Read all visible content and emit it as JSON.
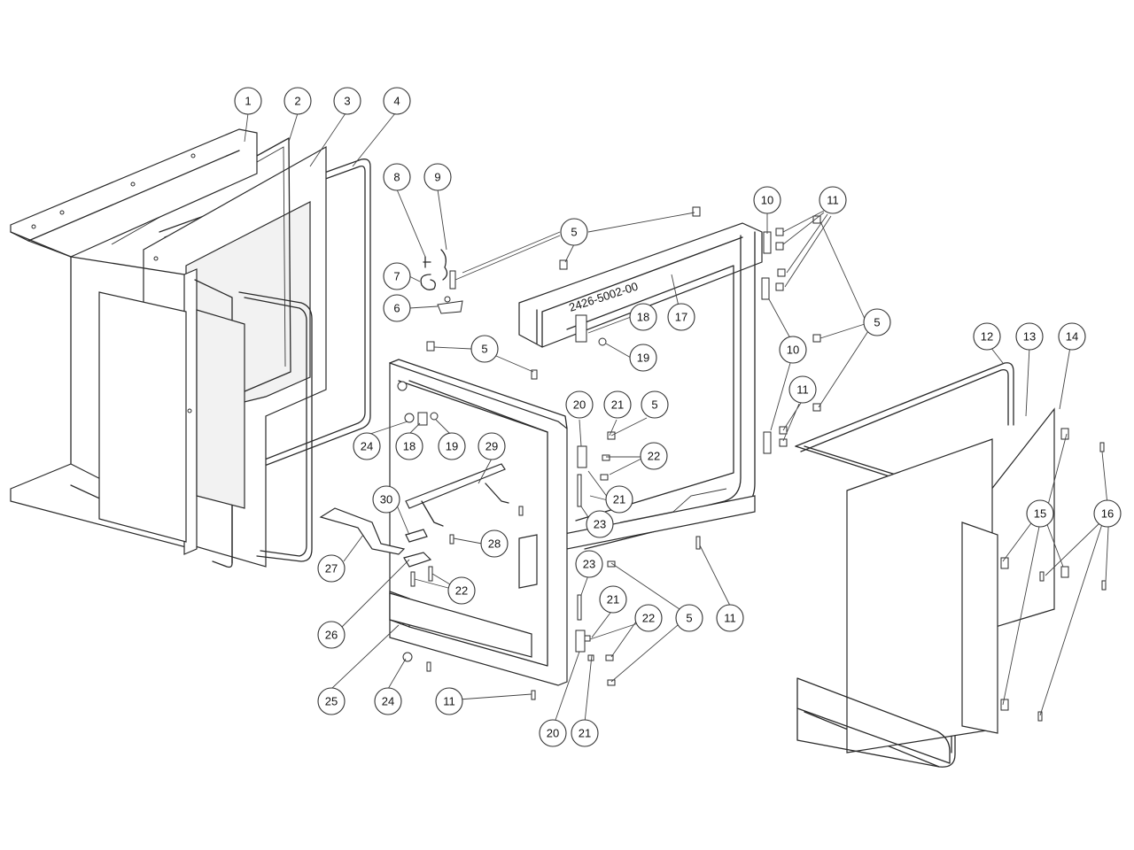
{
  "drawing": {
    "part_stamp": "2426-5002-00"
  },
  "balloons": [
    {
      "id": "b1",
      "label": "1"
    },
    {
      "id": "b2",
      "label": "2"
    },
    {
      "id": "b3",
      "label": "3"
    },
    {
      "id": "b4",
      "label": "4"
    },
    {
      "id": "b8",
      "label": "8"
    },
    {
      "id": "b9",
      "label": "9"
    },
    {
      "id": "b7",
      "label": "7"
    },
    {
      "id": "b6",
      "label": "6"
    },
    {
      "id": "b5a",
      "label": "5"
    },
    {
      "id": "b5b",
      "label": "5"
    },
    {
      "id": "b18a",
      "label": "18"
    },
    {
      "id": "b17",
      "label": "17"
    },
    {
      "id": "b19a",
      "label": "19"
    },
    {
      "id": "b10a",
      "label": "10"
    },
    {
      "id": "b11a",
      "label": "11"
    },
    {
      "id": "b5c",
      "label": "5"
    },
    {
      "id": "b10b",
      "label": "10"
    },
    {
      "id": "b11b",
      "label": "11"
    },
    {
      "id": "b12",
      "label": "12"
    },
    {
      "id": "b13",
      "label": "13"
    },
    {
      "id": "b14",
      "label": "14"
    },
    {
      "id": "b24a",
      "label": "24"
    },
    {
      "id": "b18b",
      "label": "18"
    },
    {
      "id": "b19b",
      "label": "19"
    },
    {
      "id": "b20a",
      "label": "20"
    },
    {
      "id": "b21a",
      "label": "21"
    },
    {
      "id": "b5d",
      "label": "5"
    },
    {
      "id": "b22a",
      "label": "22"
    },
    {
      "id": "b29",
      "label": "29"
    },
    {
      "id": "b30",
      "label": "30"
    },
    {
      "id": "b21b",
      "label": "21"
    },
    {
      "id": "b23a",
      "label": "23"
    },
    {
      "id": "b28",
      "label": "28"
    },
    {
      "id": "b27",
      "label": "27"
    },
    {
      "id": "b22b",
      "label": "22"
    },
    {
      "id": "b23b",
      "label": "23"
    },
    {
      "id": "b26",
      "label": "26"
    },
    {
      "id": "b15",
      "label": "15"
    },
    {
      "id": "b16",
      "label": "16"
    },
    {
      "id": "b11c",
      "label": "11"
    },
    {
      "id": "b21c",
      "label": "21"
    },
    {
      "id": "b22c",
      "label": "22"
    },
    {
      "id": "b5e",
      "label": "5"
    },
    {
      "id": "b25",
      "label": "25"
    },
    {
      "id": "b24b",
      "label": "24"
    },
    {
      "id": "b11d",
      "label": "11"
    },
    {
      "id": "b20b",
      "label": "20"
    },
    {
      "id": "b21d",
      "label": "21"
    }
  ]
}
